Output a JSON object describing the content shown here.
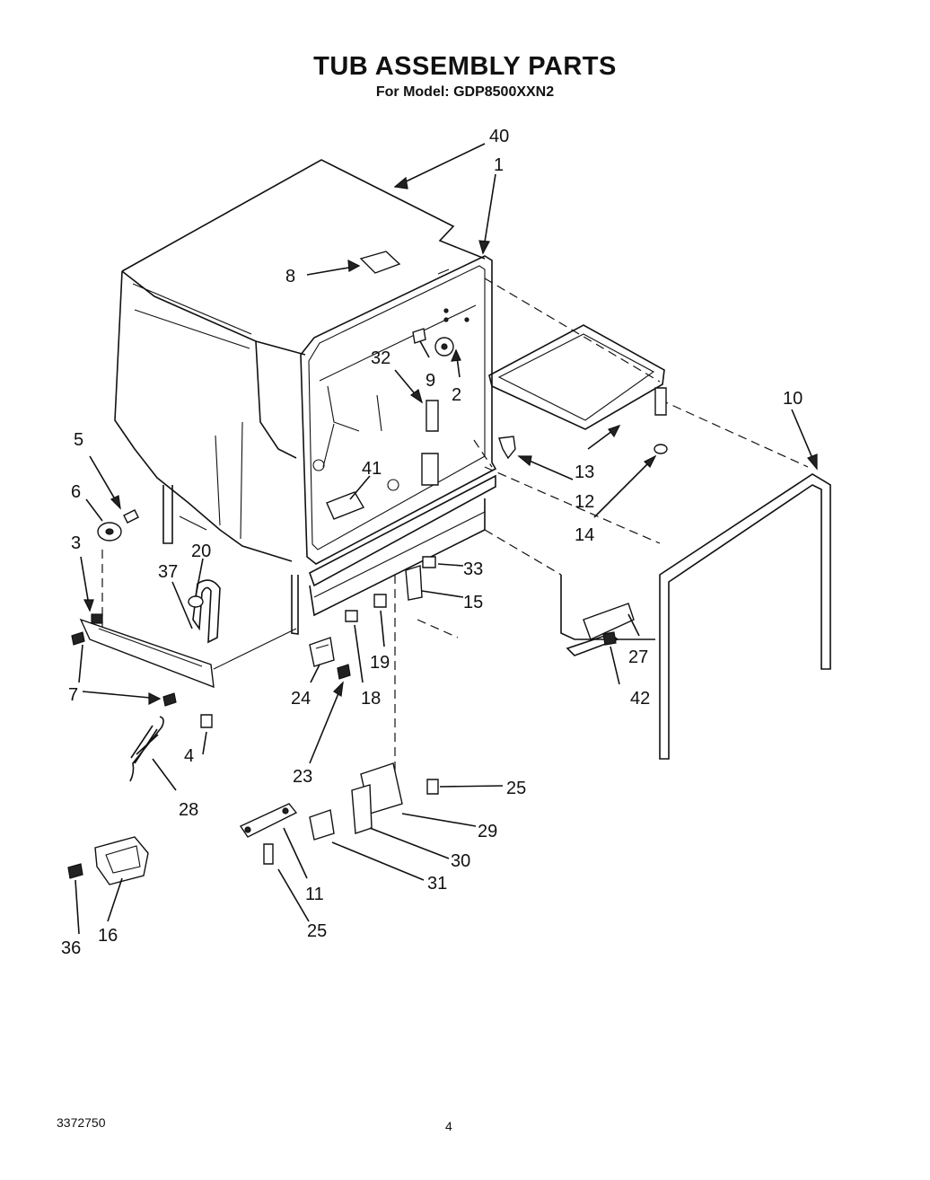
{
  "title": "TUB ASSEMBLY PARTS",
  "subtitle": "For Model: GDP8500XXN2",
  "footer": {
    "doc_number": "3372750",
    "page_number": "4"
  },
  "callouts": {
    "c40": "40",
    "c1": "1",
    "c8": "8",
    "c32": "32",
    "c9": "9",
    "c2": "2",
    "c10": "10",
    "c13": "13",
    "c12": "12",
    "c14": "14",
    "c41": "41",
    "c5": "5",
    "c6": "6",
    "c3": "3",
    "c20": "20",
    "c37": "37",
    "c33": "33",
    "c15": "15",
    "c27": "27",
    "c7": "7",
    "c19": "19",
    "c24": "24",
    "c18": "18",
    "c42": "42",
    "c4": "4",
    "c23": "23",
    "c28": "28",
    "c25a": "25",
    "c29": "29",
    "c30": "30",
    "c31": "31",
    "c11": "11",
    "c16": "16",
    "c36": "36",
    "c25b": "25"
  }
}
